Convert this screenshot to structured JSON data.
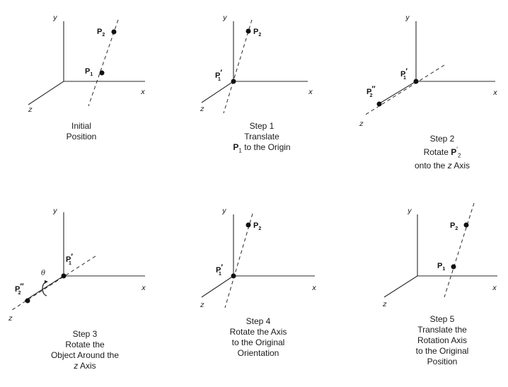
{
  "axes": {
    "x": "x",
    "y": "y",
    "z": "z"
  },
  "points": {
    "p1": "P",
    "p1_sub": "1",
    "p2": "P",
    "p2_sub": "2",
    "p1_prime": "P",
    "p1_prime_sup": "′",
    "p1_prime_sub": "1",
    "p2_prime": "P",
    "p2_prime_sup": "′",
    "p2_prime_sub": "2",
    "p2_dprime": "P",
    "p2_dprime_sup": "″",
    "p2_dprime_sub": "2"
  },
  "theta": "θ",
  "captions": {
    "initial": [
      "Initial",
      "Position"
    ],
    "step1": {
      "title": "Step 1",
      "line1": "Translate",
      "point": "P",
      "point_sub": "1",
      "rest": " to the Origin"
    },
    "step2": {
      "title": "Step 2",
      "pre": "Rotate ",
      "point": "P",
      "point_sup": "′",
      "point_sub": "2",
      "line3_pre": "onto the ",
      "axis": "z",
      "line3_post": " Axis"
    },
    "step3": {
      "title": "Step 3",
      "line1": "Rotate the",
      "line2": "Object Around the",
      "axis": "z",
      "line3_post": " Axis"
    },
    "step4": [
      "Step 4",
      "Rotate the Axis",
      "to the Original",
      "Orientation"
    ],
    "step5": [
      "Step 5",
      "Translate the",
      "Rotation Axis",
      "to the Original",
      "Position"
    ]
  }
}
